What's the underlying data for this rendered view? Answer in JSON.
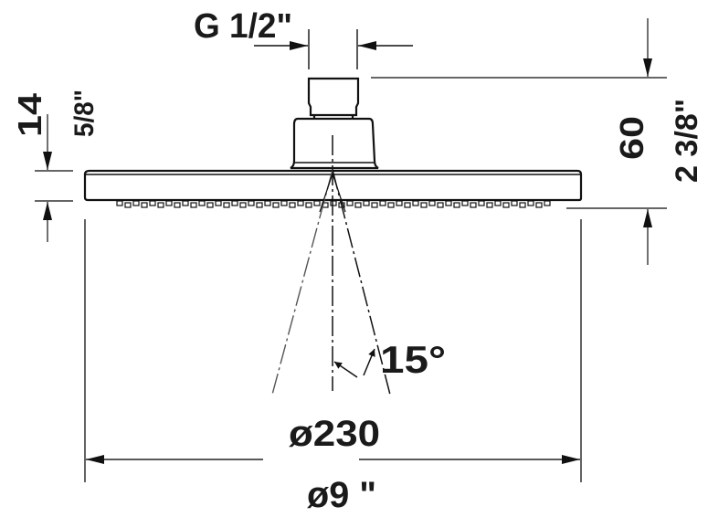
{
  "diagram": {
    "subject": "Shower head side elevation",
    "colors": {
      "line": "#111111",
      "dim_line": "#333333",
      "background": "#ffffff"
    },
    "labels": {
      "connection_thread": "G 1/2\"",
      "plate_thickness_mm": "14",
      "plate_thickness_in": "5/8\"",
      "total_height_mm": "60",
      "total_height_in": "2 3/8\"",
      "spray_angle": "15°",
      "diameter_mm": "ø230",
      "diameter_in": "ø9 \""
    }
  }
}
